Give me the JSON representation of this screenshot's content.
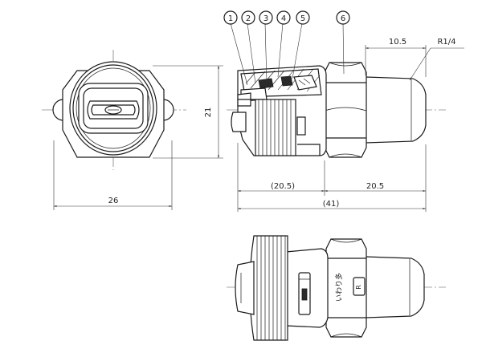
{
  "part_callouts": [
    {
      "num": "1"
    },
    {
      "num": "2"
    },
    {
      "num": "3"
    },
    {
      "num": "4"
    },
    {
      "num": "5"
    },
    {
      "num": "6"
    }
  ],
  "dimensions": {
    "front_width": "26",
    "front_height": "21",
    "body_length": "(20.5)",
    "thread_length": "20.5",
    "overall_length": "(41)",
    "thread_engagement": "10.5",
    "thread_spec": "R1/4"
  },
  "body_marks": {
    "brand_text": "いわり多",
    "r_mark": "R"
  }
}
